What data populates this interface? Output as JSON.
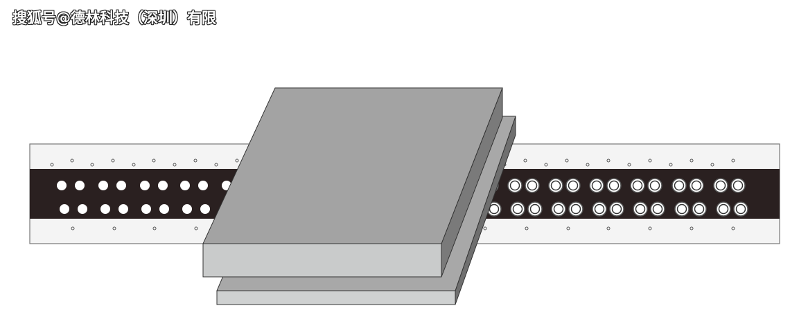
{
  "watermark": {
    "text": "搜狐号@德林科技（深圳）有限"
  },
  "colors": {
    "strip_light": "#f4f4f4",
    "strip_dark": "#2a2020",
    "block_top": "#a3a3a3",
    "block_front": "#c9cbcb",
    "block_side": "#7a7a7a",
    "plate_front": "#cfd1d1",
    "plate_side": "#6f6f6f"
  },
  "icons": [
    "through-hole-pad",
    "via-dot",
    "component-block"
  ]
}
